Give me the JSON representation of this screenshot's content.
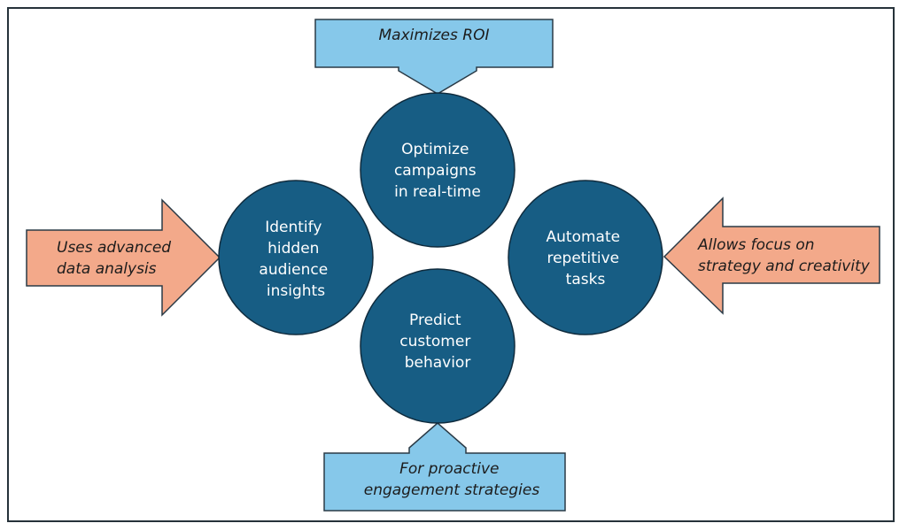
{
  "colors": {
    "circle_fill": "#175d84",
    "circle_stroke": "#0f2b3d",
    "blue_arrow_fill": "#86c8ea",
    "orange_arrow_fill": "#f3a98a",
    "arrow_stroke": "#2a3a46",
    "border": "#26323a"
  },
  "circles": {
    "top": {
      "lines": [
        "Optimize",
        "campaigns",
        "in real-time"
      ]
    },
    "left": {
      "lines": [
        "Identify",
        "hidden",
        "audience",
        "insights"
      ]
    },
    "right": {
      "lines": [
        "Automate",
        "repetitive",
        "tasks"
      ]
    },
    "bottom": {
      "lines": [
        "Predict",
        "customer",
        "behavior"
      ]
    }
  },
  "arrows": {
    "top": {
      "lines": [
        "Maximizes ROI"
      ]
    },
    "left": {
      "lines": [
        "Uses advanced",
        "data analysis"
      ]
    },
    "right": {
      "lines": [
        "Allows focus on",
        "strategy and creativity"
      ]
    },
    "bottom": {
      "lines": [
        "For proactive",
        "engagement strategies"
      ]
    }
  }
}
